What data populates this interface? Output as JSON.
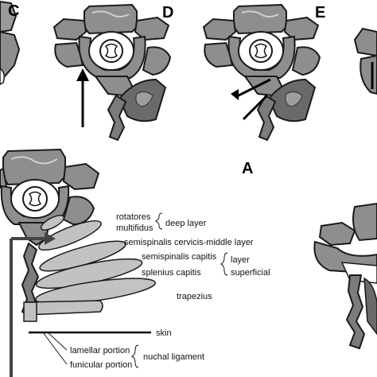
{
  "panel_labels": {
    "c": "C",
    "d": "D",
    "e": "E",
    "a": "A"
  },
  "labels": {
    "rotatores": "rotatores",
    "multifidus": "multifidus",
    "deep_layer": "deep layer",
    "semispinalis_cervicis": "semispinalis cervicis-middle layer",
    "semispinalis_capitis": "semispinalis capitis",
    "splenius_capitis": "splenius capitis",
    "layer": "layer",
    "superficial": "superficial",
    "trapezius": "trapezius",
    "skin": "skin",
    "lamellar_portion": "lamellar portion",
    "funicular_portion": "funicular portion",
    "nuchal_ligament": "nuchal ligament"
  },
  "colors": {
    "bone": "#8e8e8e",
    "bone_dark": "#5f5f5f",
    "muscle": "#c2c2c2",
    "outline": "#1a1a1a",
    "canal": "#ffffff"
  }
}
